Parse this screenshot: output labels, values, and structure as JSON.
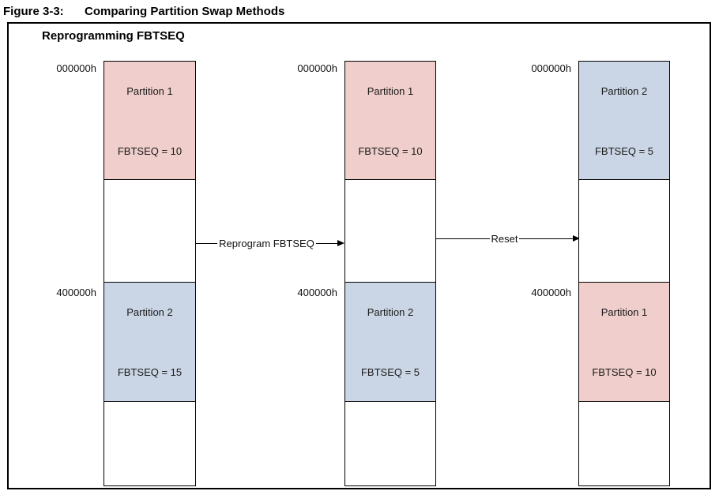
{
  "figure": {
    "label": "Figure 3-3:",
    "title": "Comparing Partition Swap Methods",
    "heading": "Reprogramming FBTSEQ"
  },
  "colors": {
    "partition1_fill": "#efcecb",
    "partition2_fill": "#cad6e5",
    "border": "#000000"
  },
  "columns": [
    {
      "top_address": "000000h",
      "bottom_address": "400000h",
      "top_box": {
        "partition": "Partition 1",
        "fbtseq": "FBTSEQ = 10",
        "color": "#efcecb"
      },
      "bottom_box": {
        "partition": "Partition 2",
        "fbtseq": "FBTSEQ = 15",
        "color": "#cad6e5"
      }
    },
    {
      "top_address": "000000h",
      "bottom_address": "400000h",
      "top_box": {
        "partition": "Partition 1",
        "fbtseq": "FBTSEQ = 10",
        "color": "#efcecb"
      },
      "bottom_box": {
        "partition": "Partition 2",
        "fbtseq": "FBTSEQ = 5",
        "color": "#cad6e5"
      }
    },
    {
      "top_address": "000000h",
      "bottom_address": "400000h",
      "top_box": {
        "partition": "Partition 2",
        "fbtseq": "FBTSEQ = 5",
        "color": "#cad6e5"
      },
      "bottom_box": {
        "partition": "Partition 1",
        "fbtseq": "FBTSEQ = 10",
        "color": "#efcecb"
      }
    }
  ],
  "arrows": [
    {
      "label": "Reprogram FBTSEQ"
    },
    {
      "label": "Reset"
    }
  ]
}
